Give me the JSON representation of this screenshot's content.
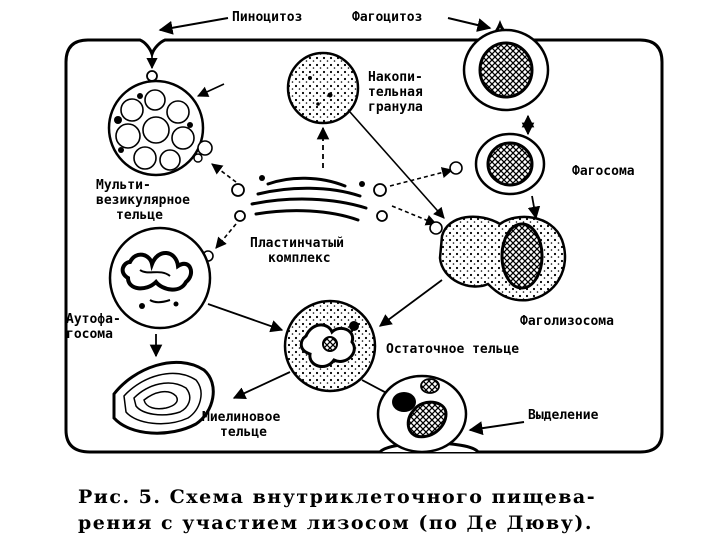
{
  "diagram": {
    "labels": {
      "pinocytosis": "Пиноцитоз",
      "phagocytosis": "Фагоцитоз",
      "storage_granule": [
        "Накопи-",
        "тельная",
        "гранула"
      ],
      "multivesicular_body": [
        "Мульти-",
        "везикулярное",
        "тельце"
      ],
      "phagosome": "Фагосома",
      "golgi_complex": [
        "Пластинчатый",
        "комплекс"
      ],
      "autophagosome": [
        "Аутофа-",
        "госома"
      ],
      "phagolysosome": "Фаголизосома",
      "residual_body": "Остаточное тельце",
      "myelin_body": [
        "Миелиновое",
        "тельце"
      ],
      "excretion": "Выделение"
    }
  },
  "caption": {
    "line1": "Рис. 5. Схема внутриклеточного пищева-",
    "line2": "рения с участием лизосом (по Де Дюву)."
  }
}
